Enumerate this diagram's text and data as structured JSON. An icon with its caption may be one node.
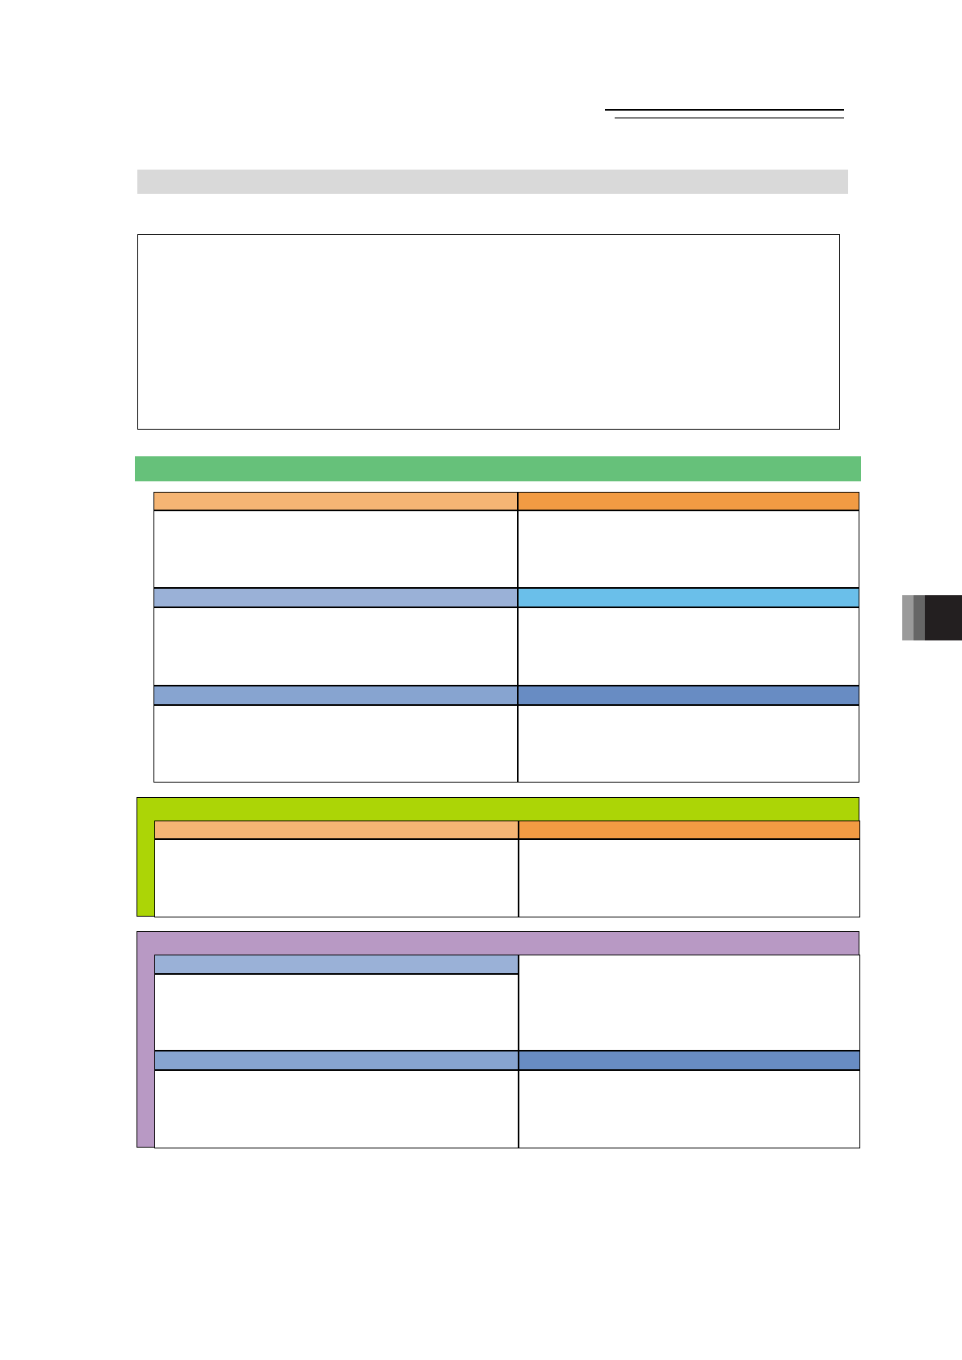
{
  "diagram": {
    "nodes": [
      {
        "text": [],
        "shape": "bar"
      },
      {
        "text": [],
        "shape": "box"
      },
      {
        "text": [],
        "shape": "bar"
      },
      {
        "text": [],
        "shape": "bar"
      },
      {
        "text": [],
        "shape": "bar"
      },
      {
        "text": [],
        "shape": "box"
      },
      {
        "text": [],
        "shape": "box"
      },
      {
        "text": [],
        "shape": "bar"
      },
      {
        "text": [],
        "shape": "bar"
      },
      {
        "text": [],
        "shape": "box"
      },
      {
        "text": [],
        "shape": "box"
      },
      {
        "text": [],
        "shape": "bar"
      },
      {
        "text": [],
        "shape": "bar"
      },
      {
        "text": [],
        "shape": "box"
      },
      {
        "text": [],
        "shape": "box"
      },
      {
        "text": [],
        "shape": "box"
      },
      {
        "text": [],
        "shape": "bar",
        "in": 15
      },
      {
        "text": [],
        "shape": "bar",
        "in": 15
      },
      {
        "text": [],
        "shape": "box",
        "in": 15
      },
      {
        "text": [],
        "shape": "box",
        "in": 15
      },
      {
        "text": [],
        "shape": "box"
      },
      {
        "text": [],
        "shape": "bar",
        "in": 20
      },
      {
        "text": [],
        "shape": "box",
        "in": 20
      },
      {
        "text": [],
        "shape": "box",
        "in": 20
      },
      {
        "text": [],
        "shape": "bar",
        "in": 20
      },
      {
        "text": [],
        "shape": "bar",
        "in": 20
      },
      {
        "text": [],
        "shape": "box",
        "in": 20
      },
      {
        "text": [],
        "shape": "box",
        "in": 20
      },
      {
        "text": [],
        "shape": "bar"
      }
    ]
  }
}
